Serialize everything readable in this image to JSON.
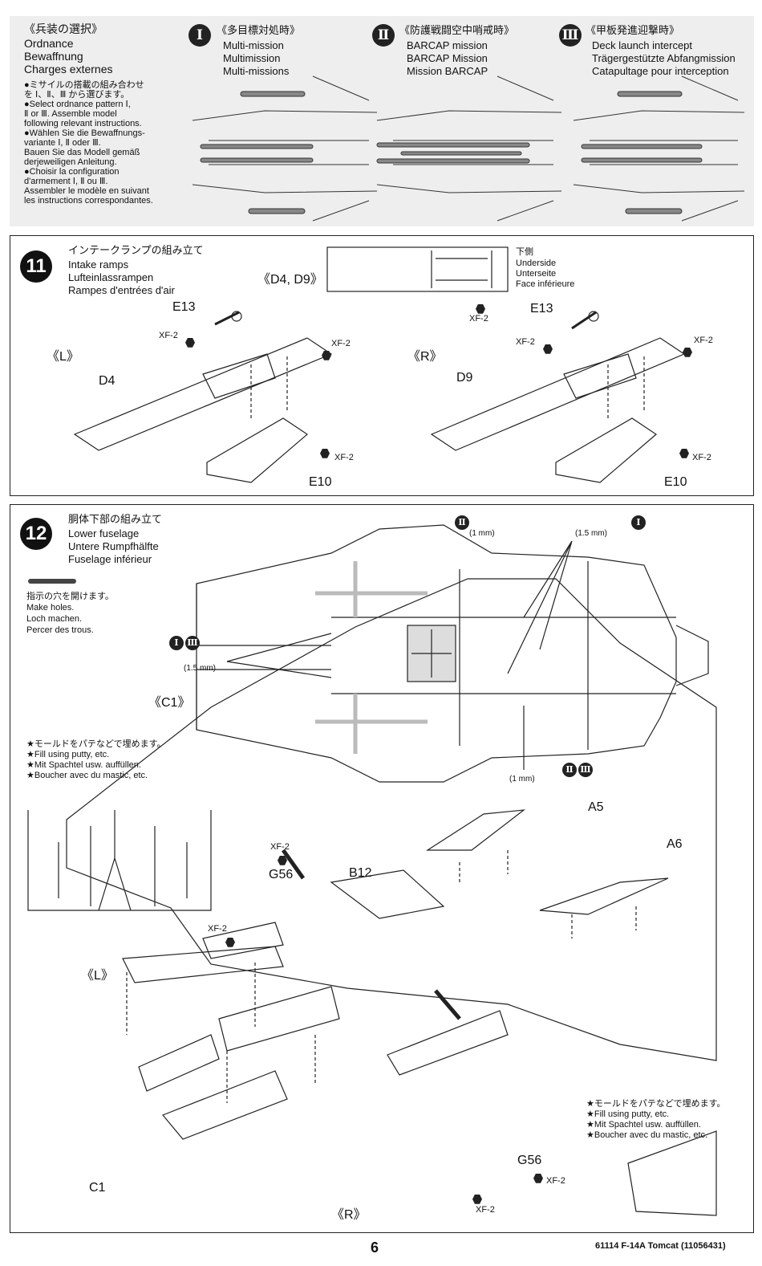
{
  "ordnance": {
    "title_jp": "《兵装の選択》",
    "title_en": "Ordnance",
    "title_de": "Bewaffnung",
    "title_fr": "Charges externes",
    "instr": [
      "●ミサイルの搭載の組み合わせ",
      "を Ⅰ、Ⅱ、Ⅲ から選びます。",
      "●Select ordnance pattern Ⅰ,",
      "Ⅱ or Ⅲ. Assemble model",
      "following relevant instructions.",
      "●Wählen Sie die Bewaffnungs-",
      "variante Ⅰ, Ⅱ oder Ⅲ.",
      "Bauen Sie das Modell gemäß",
      "derjeweiligen Anleitung.",
      "●Choisir la configuration",
      "d'armement Ⅰ, Ⅱ ou Ⅲ.",
      "Assembler le modèle en suivant",
      "les instructions correspondantes."
    ],
    "options": [
      {
        "numeral": "Ⅰ",
        "jp": "《多目標対処時》",
        "en": "Multi-mission",
        "de": "Multimission",
        "fr": "Multi-missions"
      },
      {
        "numeral": "Ⅱ",
        "jp": "《防護戦闘空中哨戒時》",
        "en": "BARCAP mission",
        "de": "BARCAP Mission",
        "fr": "Mission BARCAP"
      },
      {
        "numeral": "Ⅲ",
        "jp": "《甲板発進迎撃時》",
        "en": "Deck launch intercept",
        "de": "Trägergestützte Abfangmission",
        "fr": "Catapultage pour interception"
      }
    ]
  },
  "step11": {
    "number": "11",
    "title_jp": "インテークランプの組み立て",
    "title_en": "Intake ramps",
    "title_de": "Lufteinlassrampen",
    "title_fr": "Rampes d'entrées d'air",
    "parts_label": "《D4, D9》",
    "underside_jp": "下側",
    "underside_en": "Underside",
    "underside_de": "Unterseite",
    "underside_fr": "Face inférieure",
    "paint": "XF-2",
    "left_label": "《L》",
    "right_label": "《R》",
    "part_e13": "E13",
    "part_d4": "D4",
    "part_d9": "D9",
    "part_e10": "E10"
  },
  "step12": {
    "number": "12",
    "title_jp": "胴体下部の組み立て",
    "title_en": "Lower fuselage",
    "title_de": "Untere Rumpfhälfte",
    "title_fr": "Fuselage inférieur",
    "holes_jp": "指示の穴を開けます。",
    "holes_en": "Make holes.",
    "holes_de": "Loch machen.",
    "holes_fr": "Percer des trous.",
    "drill_1mm": "(1 mm)",
    "drill_15mm": "(1.5 mm)",
    "part_c1_label": "《C1》",
    "putty_jp": "★モールドをパテなどで埋めます。",
    "putty_en": "★Fill using putty, etc.",
    "putty_de": "★Mit Spachtel usw. auffüllen.",
    "putty_fr": "★Boucher avec du mastic, etc.",
    "paint": "XF-2",
    "left_label": "《L》",
    "right_label": "《R》",
    "part_a5": "A5",
    "part_a6": "A6",
    "part_b12": "B12",
    "part_g56": "G56",
    "part_c1": "C1"
  },
  "footer": {
    "page": "6",
    "code": "61114 F-14A Tomcat (11056431)"
  }
}
